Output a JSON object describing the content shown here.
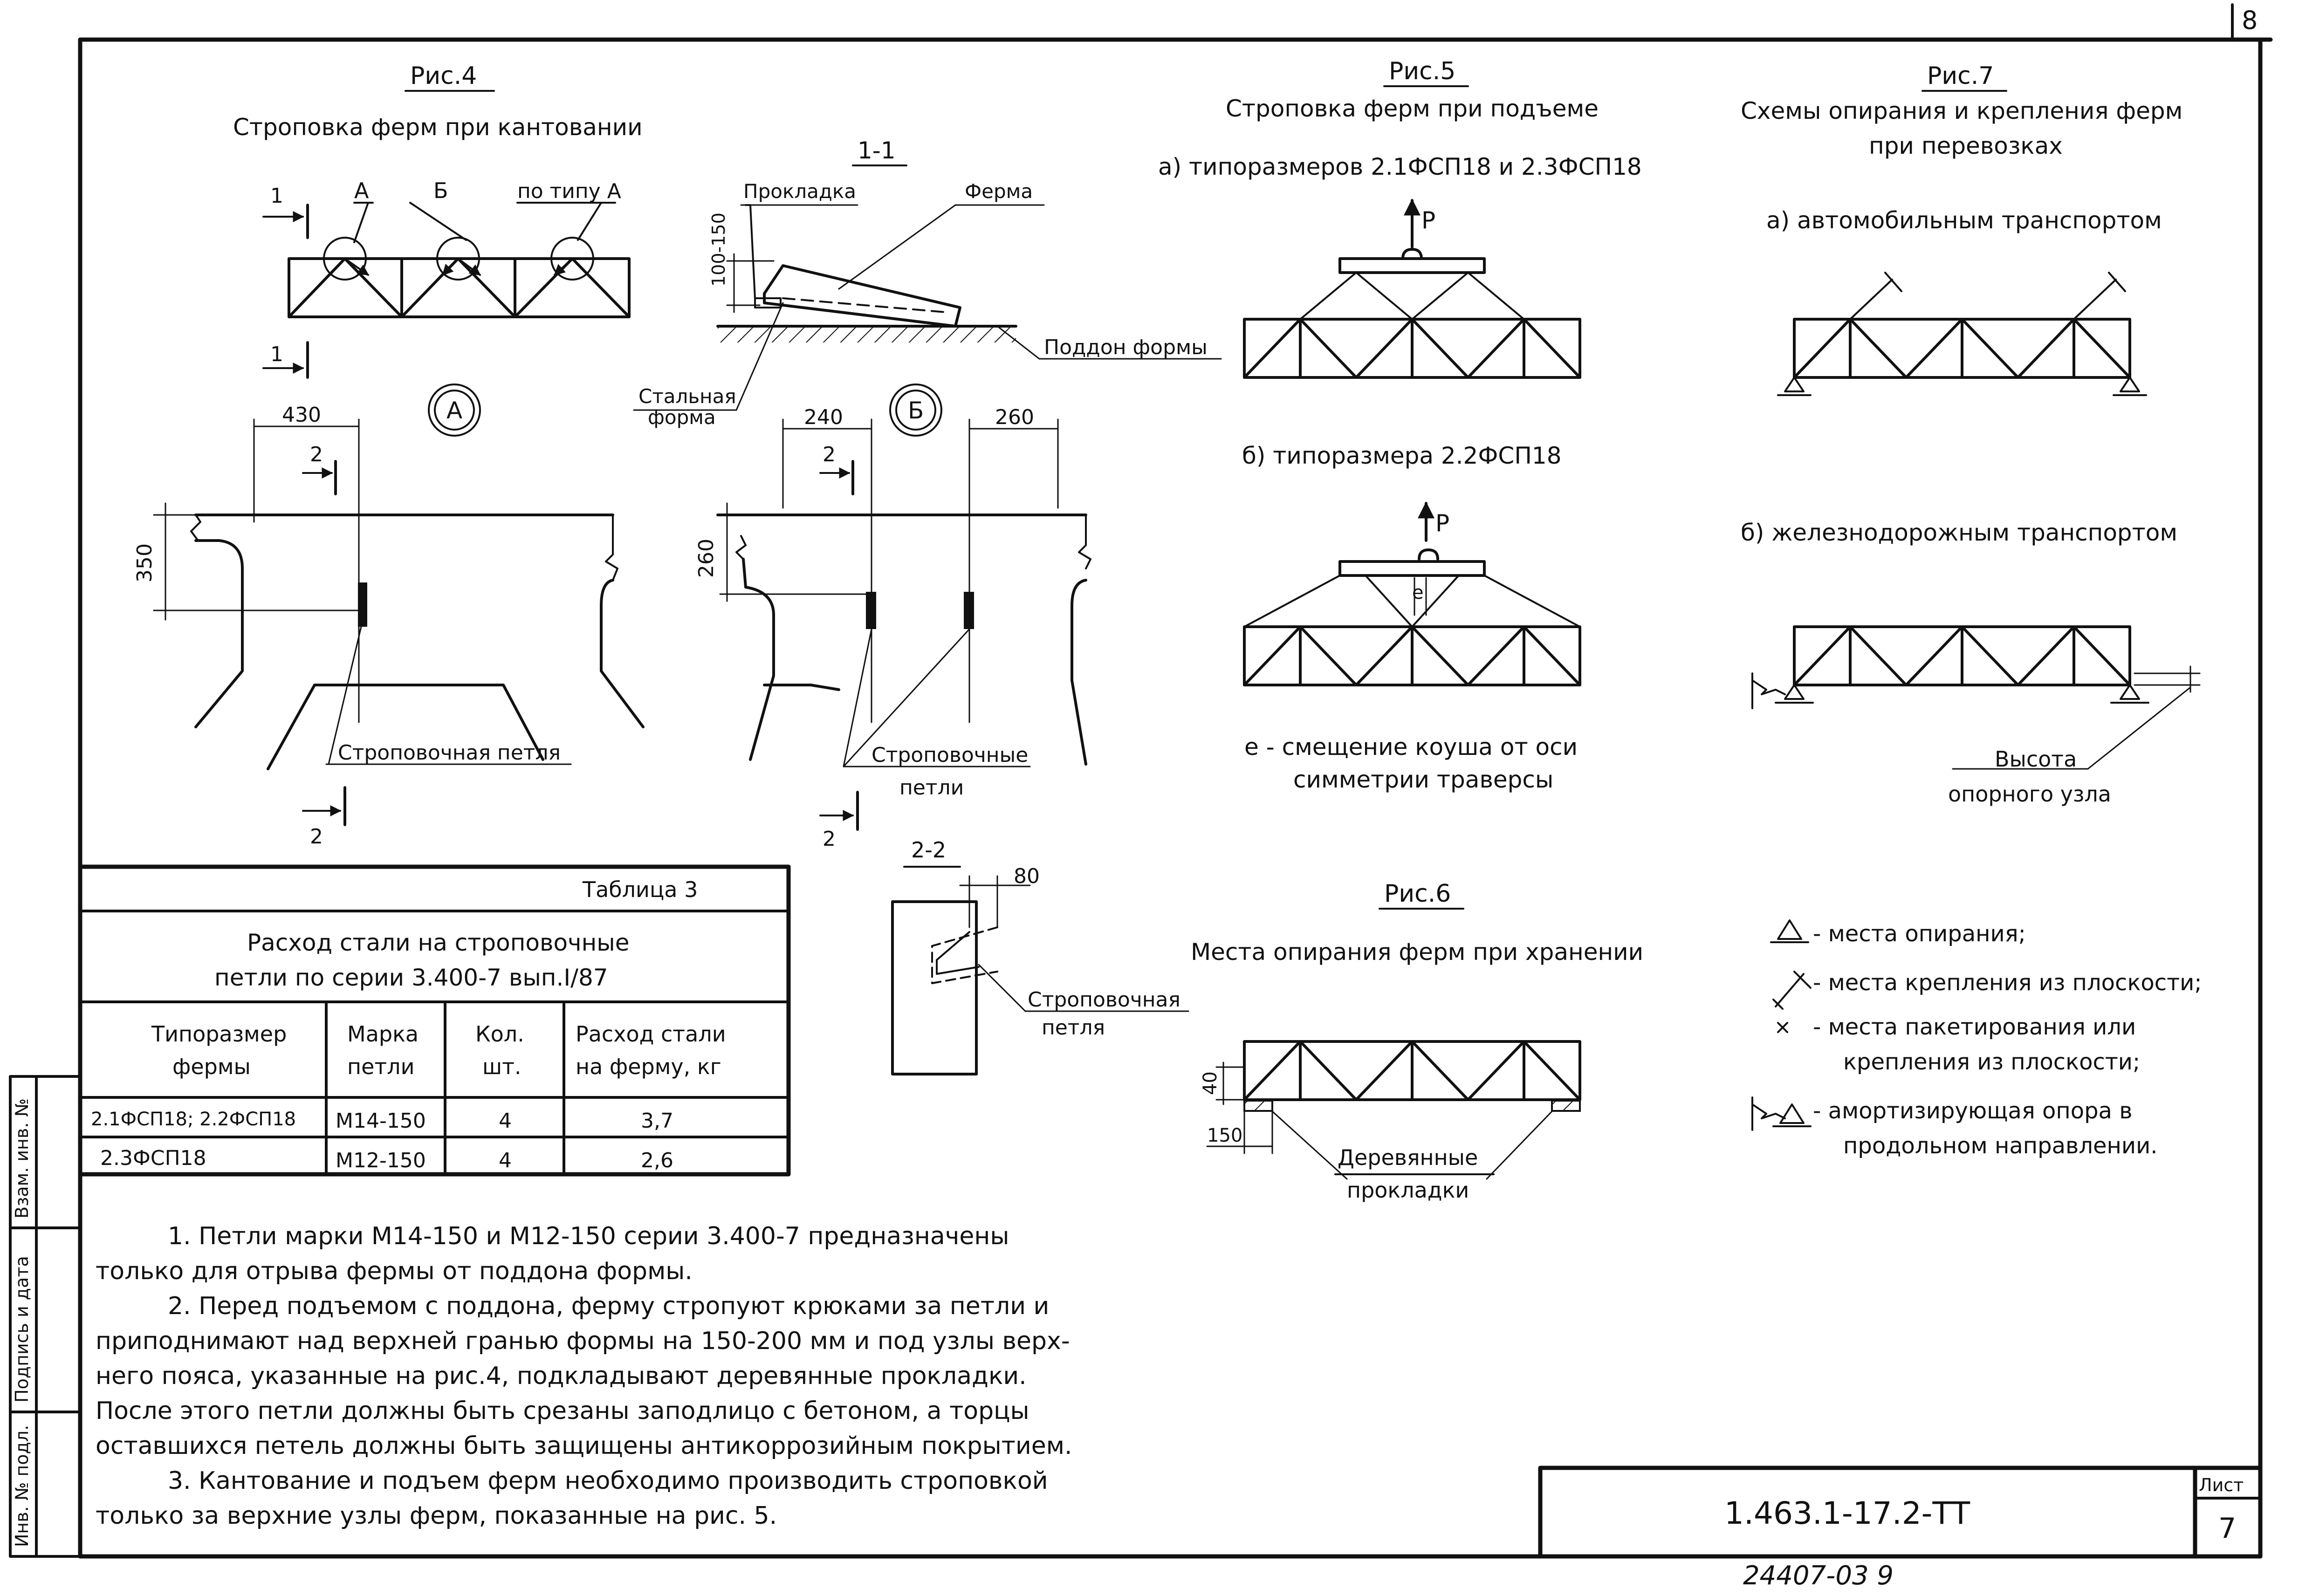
{
  "corner_number": "8",
  "fig4": {
    "title": "Рис.4",
    "subtitle": "Строповка ферм при кантовании",
    "cut_label": "1",
    "node_a": "А",
    "node_b": "Б",
    "node_same": "по типу А",
    "detail_a_label": "А",
    "detail_b_label": "Б",
    "dim_430": "430",
    "dim_350": "350",
    "dim_240": "240",
    "dim_260_top": "260",
    "dim_260_side": "260",
    "section_2": "2",
    "loop_label": "Строповочная петля",
    "loops_label_1": "Строповочные",
    "loops_label_2": "петли"
  },
  "section_1_1": {
    "title": "1-1",
    "pad": "Прокладка",
    "truss": "Ферма",
    "dim": "100-150",
    "pallet": "Поддон формы",
    "steel_form_1": "Стальная",
    "steel_form_2": "форма"
  },
  "section_2_2": {
    "title": "2-2",
    "dim": "80",
    "loop_1": "Строповочная",
    "loop_2": "петля"
  },
  "fig5": {
    "title": "Рис.5",
    "subtitle": "Строповка ферм при подъеме",
    "case_a": "а) типоразмеров 2.1ФСП18 и 2.3ФСП18",
    "load": "Р",
    "case_b": "б) типоразмера 2.2ФСП18",
    "load_b": "Р",
    "offset": "е",
    "note_1": "е - смещение коуша от оси",
    "note_2": "симметрии траверсы"
  },
  "fig6": {
    "title": "Рис.6",
    "subtitle": "Места опирания ферм при хранении",
    "dim_40": "40",
    "dim_150": "150",
    "pads_1": "Деревянные",
    "pads_2": "прокладки"
  },
  "fig7": {
    "title": "Рис.7",
    "subtitle_1": "Схемы опирания и крепления ферм",
    "subtitle_2": "при перевозках",
    "case_a": "а) автомобильным транспортом",
    "case_b": "б) железнодорожным транспортом",
    "node_height_1": "Высота",
    "node_height_2": "опорного узла"
  },
  "legend": [
    {
      "icon": "support-triangle-icon",
      "text": "- места опирания;"
    },
    {
      "icon": "out-of-plane-fixing-icon",
      "text": "- места крепления из плоскости;"
    },
    {
      "icon": "cross-mark-icon",
      "text": "- места пакетирования или"
    },
    {
      "icon": "",
      "text": "крепления из плоскости;"
    },
    {
      "icon": "damping-support-icon",
      "text": "- амортизирующая опора в"
    },
    {
      "icon": "",
      "text": "продольном направлении."
    }
  ],
  "table3": {
    "caption": "Таблица 3",
    "title_1": "Расход стали на строповочные",
    "title_2": "петли по серии 3.400-7 вып.I/87",
    "headers": [
      [
        "Типоразмер",
        "фермы"
      ],
      [
        "Марка",
        "петли"
      ],
      [
        "Кол.",
        "шт."
      ],
      [
        "Расход стали",
        "на ферму, кг"
      ]
    ],
    "rows": [
      [
        "2.1ФСП18; 2.2ФСП18",
        "М14-150",
        "4",
        "3,7"
      ],
      [
        "2.3ФСП18",
        "М12-150",
        "4",
        "2,6"
      ]
    ]
  },
  "notes": [
    "1. Петли марки М14-150 и М12-150 серии 3.400-7 предназначены",
    "только для отрыва фермы от поддона формы.",
    "2. Перед подъемом с поддона, ферму стропуют крюками за петли и",
    "приподнимают над верхней гранью формы на 150-200 мм и под узлы верх-",
    "него пояса, указанные на рис.4, подкладывают деревянные прокладки.",
    "После этого петли должны быть срезаны заподлицо с бетоном, а торцы",
    "оставшихся петель должны быть защищены антикоррозийным покрытием.",
    "3. Кантование и подъем ферм необходимо производить строповкой",
    "только за верхние узлы ферм, показанные на рис. 5."
  ],
  "side_stamp": [
    "Инв. № подл.",
    "Подпись и дата",
    "Взам. инв. №"
  ],
  "title_block": {
    "code": "1.463.1-17.2-ТТ",
    "sheet_label": "Лист",
    "sheet_number": "7"
  },
  "archive_number": "24407-03 9"
}
